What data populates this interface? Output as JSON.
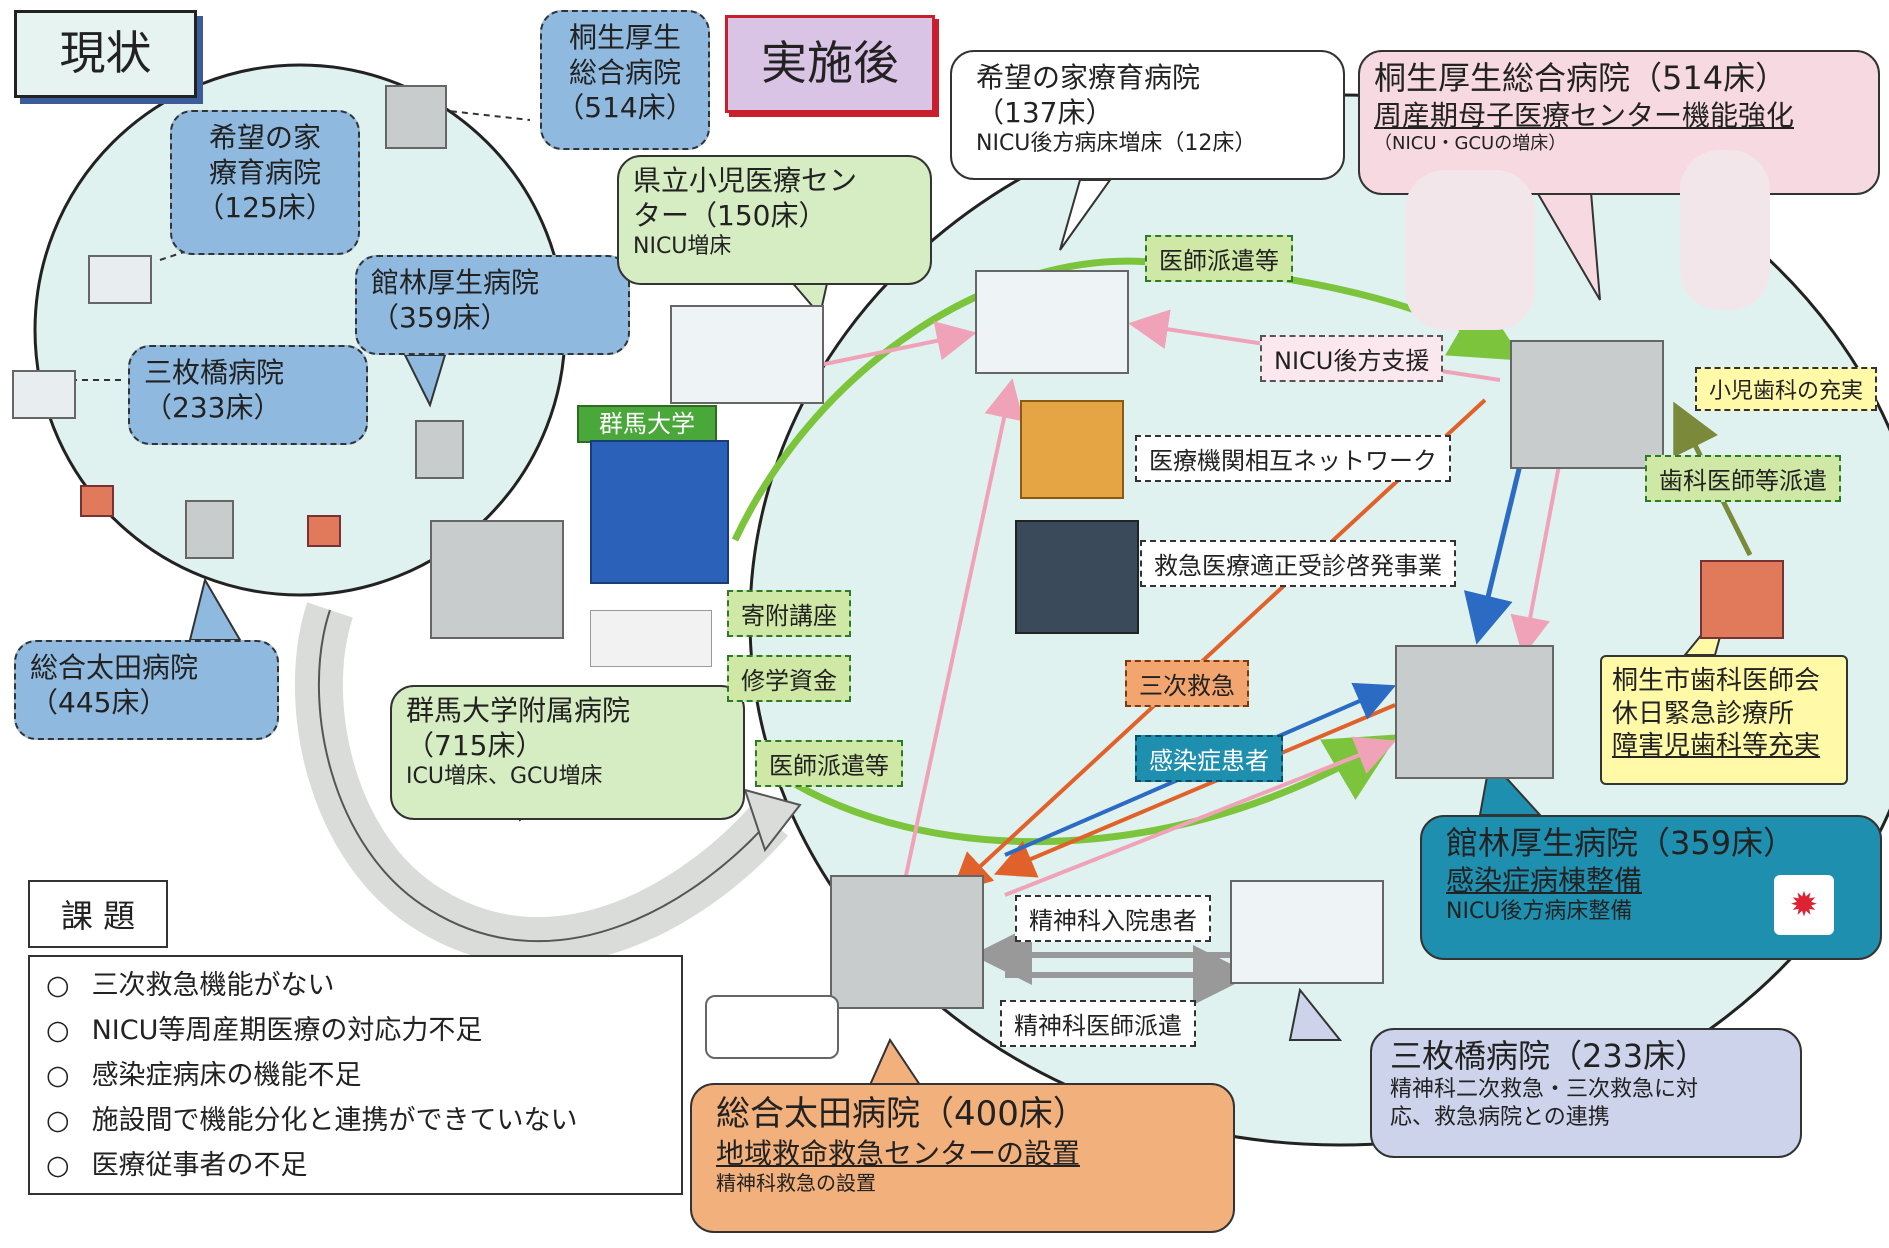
{
  "header": {
    "current_label": "現状",
    "after_label": "実施後"
  },
  "current": {
    "kiryu": {
      "line1": "桐生厚生",
      "line2": "総合病院",
      "beds": "（514床）"
    },
    "kibou": {
      "line1": "希望の家",
      "line2": "療育病院",
      "beds": "（125床）"
    },
    "tatebayashi": {
      "name": "館林厚生病院",
      "beds": "（359床）"
    },
    "sanmaibashi": {
      "name": "三枚橋病院",
      "beds": "（233床）"
    },
    "ota": {
      "name": "総合太田病院",
      "beds": "（445床）"
    }
  },
  "after": {
    "kibou": {
      "name": "希望の家療育病院",
      "beds": "（137床）",
      "note": "NICU後方病床増床（12床）"
    },
    "kiryu": {
      "name": "桐生厚生総合病院（514床）",
      "sub": "周産期母子医療センター機能強化",
      "note": "（NICU・GCUの増床）"
    },
    "children": {
      "line1": "県立小児医療セン",
      "line2": "ター（150床）",
      "note": "NICU増床"
    },
    "gunma_univ": {
      "label": "群馬大学"
    },
    "gunma_hosp": {
      "name": "群馬大学附属病院",
      "beds": "（715床）",
      "note": "ICU増床、GCU増床"
    },
    "tatebayashi": {
      "name": "館林厚生病院（359床）",
      "sub": "感染症病棟整備",
      "note": "NICU後方病床整備"
    },
    "sanmaibashi": {
      "name": "三枚橋病院（233床）",
      "line1": "精神科二次救急・三次救急に対",
      "line2": "応、救急病院との連携"
    },
    "ota": {
      "name": "総合太田病院（400床）",
      "sub": "地域救命救急センターの設置",
      "note": "精神科救急の設置"
    },
    "dental": {
      "line1": "桐生市歯科医師会",
      "line2": "休日緊急診療所",
      "line3": "障害児歯科等充実"
    }
  },
  "tags": {
    "doctor_dispatch_top": "医師派遣等",
    "nicu_support": "NICU後方支援",
    "network": "医療機関相互ネットワーク",
    "emergency_edu": "救急医療適正受診啓発事業",
    "endowed": "寄附講座",
    "scholarship": "修学資金",
    "doctor_dispatch_bottom": "医師派遣等",
    "tertiary": "三次救急",
    "infection": "感染症患者",
    "psych_patient": "精神科入院患者",
    "psych_doctor": "精神科医師派遣",
    "pediatric_dental": "小児歯科の充実",
    "dentist_dispatch": "歯科医師等派遣"
  },
  "issues": {
    "title": "課 題",
    "items": [
      "三次救急機能がない",
      "NICU等周産期医療の対応力不足",
      "感染症病床の機能不足",
      "施設間で機能分化と連携ができていない",
      "医療従事者の不足"
    ],
    "bullet": "○"
  }
}
